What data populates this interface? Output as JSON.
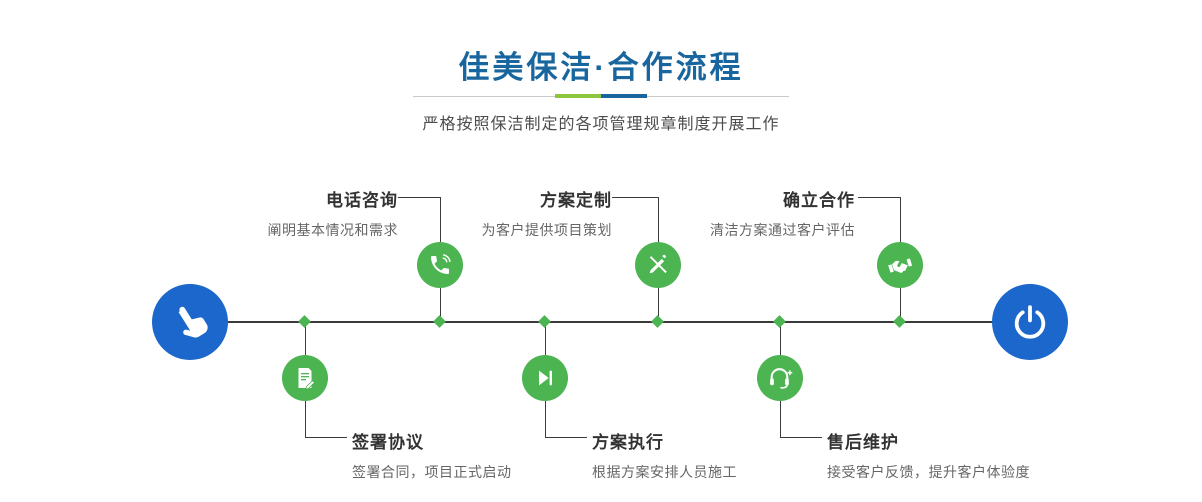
{
  "header": {
    "title": "佳美保洁·合作流程",
    "subtitle": "严格按照保洁制定的各项管理规章制度开展工作"
  },
  "timeline": {
    "start_icon": "pointing-hand-icon",
    "end_icon": "power-icon"
  },
  "steps_top": [
    {
      "title": "电话咨询",
      "desc": "阐明基本情况和需求",
      "icon": "phone-icon"
    },
    {
      "title": "方案定制",
      "desc": "为客户提供项目策划",
      "icon": "pencil-design-icon"
    },
    {
      "title": "确立合作",
      "desc": "清洁方案通过客户评估",
      "icon": "handshake-icon"
    }
  ],
  "steps_bottom": [
    {
      "title": "签署协议",
      "desc": "签署合同，项目正式启动",
      "icon": "contract-icon"
    },
    {
      "title": "方案执行",
      "desc": "根据方案安排人员施工",
      "icon": "play-next-icon"
    },
    {
      "title": "售后维护",
      "desc": "接受客户反馈，提升客户体验度",
      "icon": "headset-support-icon"
    }
  ],
  "colors": {
    "title_blue": "#19669f",
    "node_blue": "#1b67cb",
    "step_green": "#4cb451",
    "line_dark": "#3b3b3b",
    "divider_green": "#8cc63f"
  }
}
